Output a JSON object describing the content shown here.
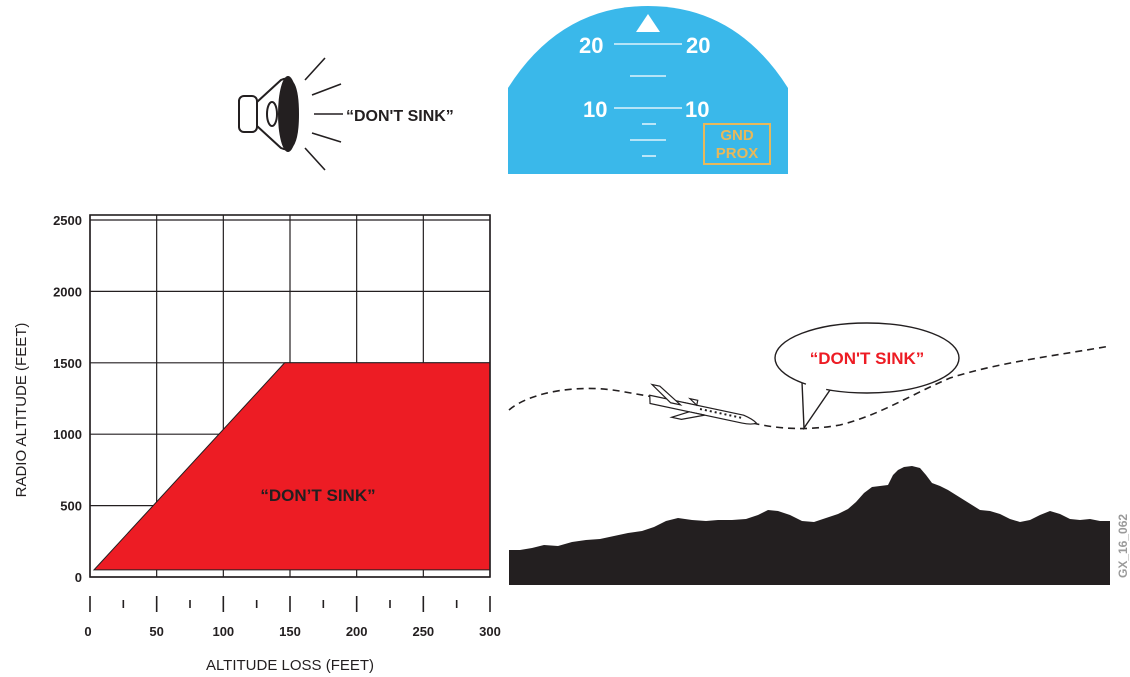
{
  "callout_text": "“DON'T SINK”",
  "pfd": {
    "pitch_upper_left": "20",
    "pitch_upper_right": "20",
    "pitch_lower_left": "10",
    "pitch_lower_right": "10",
    "annunciator_line1": "GND",
    "annunciator_line2": "PROX",
    "sky_color": "#3ab8ea",
    "annunciator_color": "#e8b85a"
  },
  "chart_data": {
    "type": "area",
    "xlabel": "ALTITUDE LOSS (FEET)",
    "ylabel": "RADIO ALTITUDE (FEET)",
    "xlim": [
      0,
      300
    ],
    "ylim": [
      0,
      2500
    ],
    "x_ticks": [
      "0",
      "50",
      "100",
      "150",
      "200",
      "250",
      "300"
    ],
    "y_ticks": [
      "0",
      "500",
      "1000",
      "1500",
      "2000",
      "2500"
    ],
    "grid": true,
    "region": {
      "label": "“DON’T SINK”",
      "color": "#ed1c24",
      "boundary": [
        {
          "x": 3,
          "y": 50
        },
        {
          "x": 146,
          "y": 1500
        },
        {
          "x": 300,
          "y": 1500
        },
        {
          "x": 300,
          "y": 50
        }
      ]
    }
  },
  "scene": {
    "callout_text": "“DON'T SINK”",
    "callout_color": "#ed1c24",
    "terrain_color": "#231f20"
  },
  "figure_id": "GX_16_062"
}
